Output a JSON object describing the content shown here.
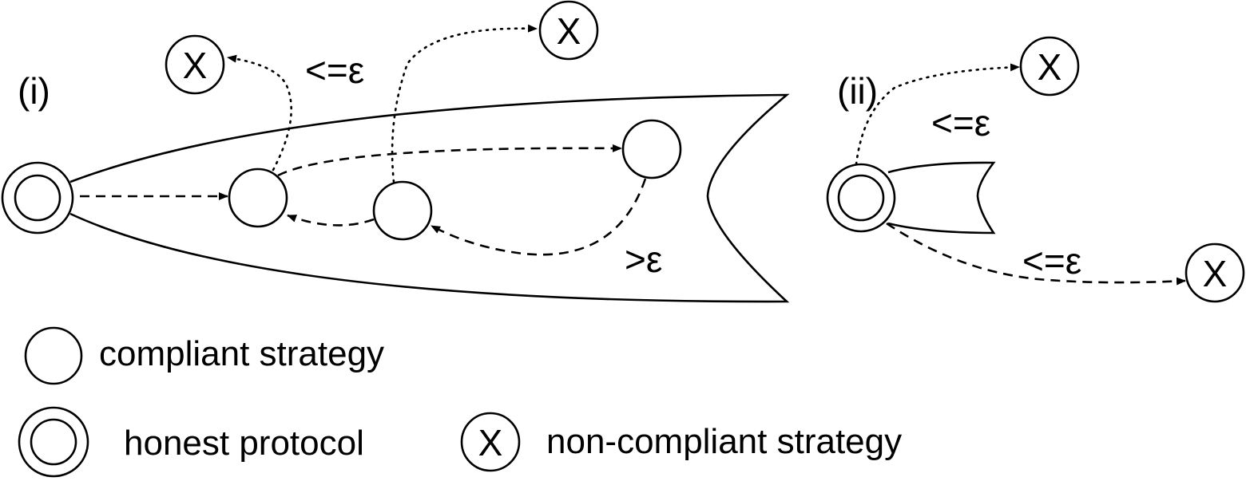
{
  "panels": {
    "panel_i": {
      "label": "(i)"
    },
    "panel_ii": {
      "label": "(ii)"
    }
  },
  "nodes": {
    "noncompliant_mark": "X"
  },
  "edge_labels": {
    "i_upper": "<=ε",
    "i_lower": ">ε",
    "ii_upper": "<=ε",
    "ii_lower": "<=ε"
  },
  "legend": {
    "compliant": "compliant strategy",
    "honest": "honest protocol",
    "noncompliant": "non-compliant strategy",
    "noncompliant_mark": "X"
  }
}
